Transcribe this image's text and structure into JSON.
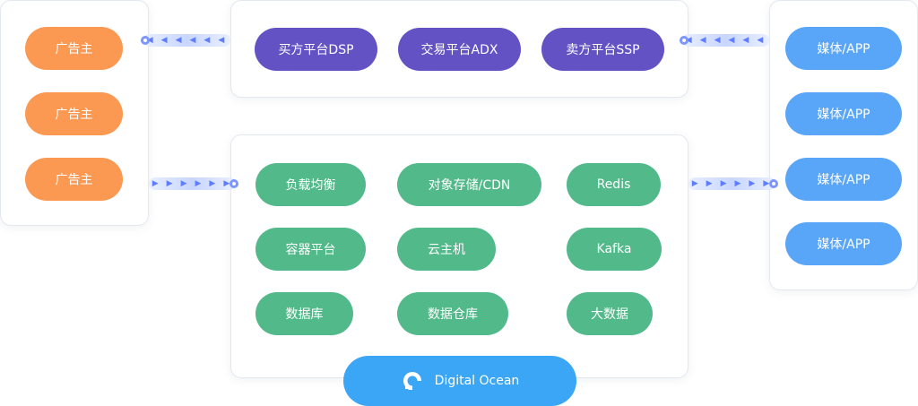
{
  "advertisers": [
    "广告主",
    "广告主",
    "广告主"
  ],
  "top_platforms": [
    "买方平台DSP",
    "交易平台ADX",
    "卖方平台SSP"
  ],
  "services": [
    "负载均衡",
    "对象存储/CDN",
    "Redis",
    "容器平台",
    "云主机",
    "Kafka",
    "数据库",
    "数据仓库",
    "大数据"
  ],
  "media": [
    "媒体/APP",
    "媒体/APP",
    "媒体/APP",
    "媒体/APP"
  ],
  "provider": {
    "label": "Digital Ocean",
    "icon": "digitalocean-logo-icon"
  },
  "connectors": {
    "left_top": "◀◀◀◀◀◀",
    "left_bottom": "▶▶▶▶▶▶",
    "right_top": "◀◀◀◀◀◀",
    "right_bottom": "▶▶▶▶▶▶"
  },
  "colors": {
    "advertiser": "#fb9953",
    "platform": "#6352c4",
    "service": "#52b98a",
    "media": "#59a6f8",
    "provider": "#3ba6f6",
    "connector": "#5f7dff"
  }
}
